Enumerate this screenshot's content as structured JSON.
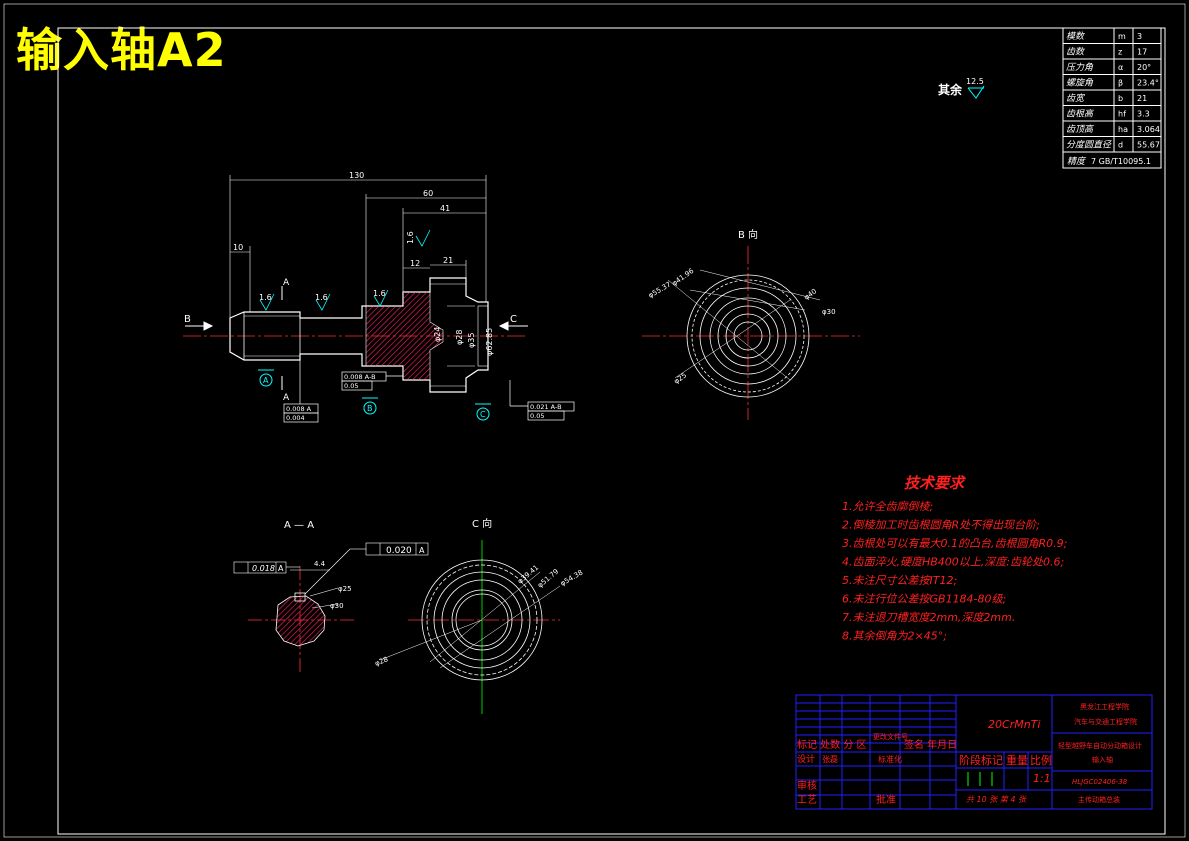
{
  "title": "输入轴A2",
  "param_table": [
    {
      "name": "模数",
      "sym": "m",
      "val": "3"
    },
    {
      "name": "齿数",
      "sym": "z",
      "val": "17"
    },
    {
      "name": "压力角",
      "sym": "α",
      "val": "20°"
    },
    {
      "name": "螺旋角",
      "sym": "β",
      "val": "23.4°"
    },
    {
      "name": "齿宽",
      "sym": "b",
      "val": "21"
    },
    {
      "name": "齿根高",
      "sym": "hf",
      "val": "3.3"
    },
    {
      "name": "齿顶高",
      "sym": "ha",
      "val": "3.064"
    },
    {
      "name": "分度圆直径",
      "sym": "d",
      "val": "55.67"
    }
  ],
  "accuracy": {
    "label": "精度",
    "val": "7 GB/T10095.1"
  },
  "roughness_rest": {
    "label": "其余",
    "val": "12.5"
  },
  "dims": {
    "overall": "130",
    "d60": "60",
    "d41": "41",
    "d10": "10",
    "d12": "12",
    "d21": "21",
    "r16": "1.6",
    "phi24": "φ24",
    "phi28": "φ28",
    "phi35": "φ35",
    "phi6285": "φ62.85"
  },
  "section_marks": {
    "B": "B",
    "C": "C",
    "A": "A"
  },
  "datums": {
    "A": "A",
    "B": "B",
    "C": "C"
  },
  "tol_frames": {
    "a1": "0.008 A",
    "a2": "0.004",
    "b1": "0.008 A-B",
    "b2": "0.05",
    "c1": "0.021 A-B",
    "c2": "0.05"
  },
  "view_labels": {
    "b_view": "B 向",
    "c_view": "C 向",
    "aa": "A — A"
  },
  "b_view_dims": {
    "d1": "φ41.96",
    "d2": "φ55.37",
    "d3": "φ40",
    "d4": "φ30",
    "d5": "φ25"
  },
  "c_view_dims": {
    "d1": "φ39.41",
    "d2": "φ51.79",
    "d3": "φ54.38",
    "d4": "φ28"
  },
  "aa_dims": {
    "t1": "0.018",
    "t1d": "A",
    "t2": "0.020",
    "t2d": "A",
    "w": "4.4",
    "p1": "φ25",
    "p2": "φ30"
  },
  "tech_req": {
    "heading": "技术要求",
    "items": [
      "1.允许全齿廓倒棱;",
      "2.倒棱加工时齿根圆角R处不得出现台阶;",
      "3.齿根处可以有最大0.1的凸台,齿根圆角R0.9;",
      "4.齿面淬火,硬度HB400以上,深度:齿轮处0.6;",
      "5.未注尺寸公差按IT12;",
      "6.未注行位公差按GB1184-80级;",
      "7.未注退刀槽宽度2mm,深度2mm.",
      "8.其余倒角为2×45°;"
    ]
  },
  "title_block": {
    "material": "20CrMnTi",
    "org1": "黑龙江工程学院",
    "org2": "汽车与交通工程学院",
    "proj1": "轻型越野车自动分动箱设计",
    "proj2": "输入轴",
    "code": "HLJGC02406-38",
    "sub": "主传动箱总装",
    "mark_row": "标记 处数 分 区",
    "change": "更改文件号",
    "sign": "签名 年月日",
    "design": "设计",
    "design_name": "张磊",
    "std": "标准化",
    "stage": "阶段标记",
    "weight": "重量",
    "scale_lbl": "比例",
    "scale": "1:1",
    "review": "审核",
    "craft": "工艺",
    "approve": "批准",
    "sheets": "共 10 张  第 4 张"
  }
}
